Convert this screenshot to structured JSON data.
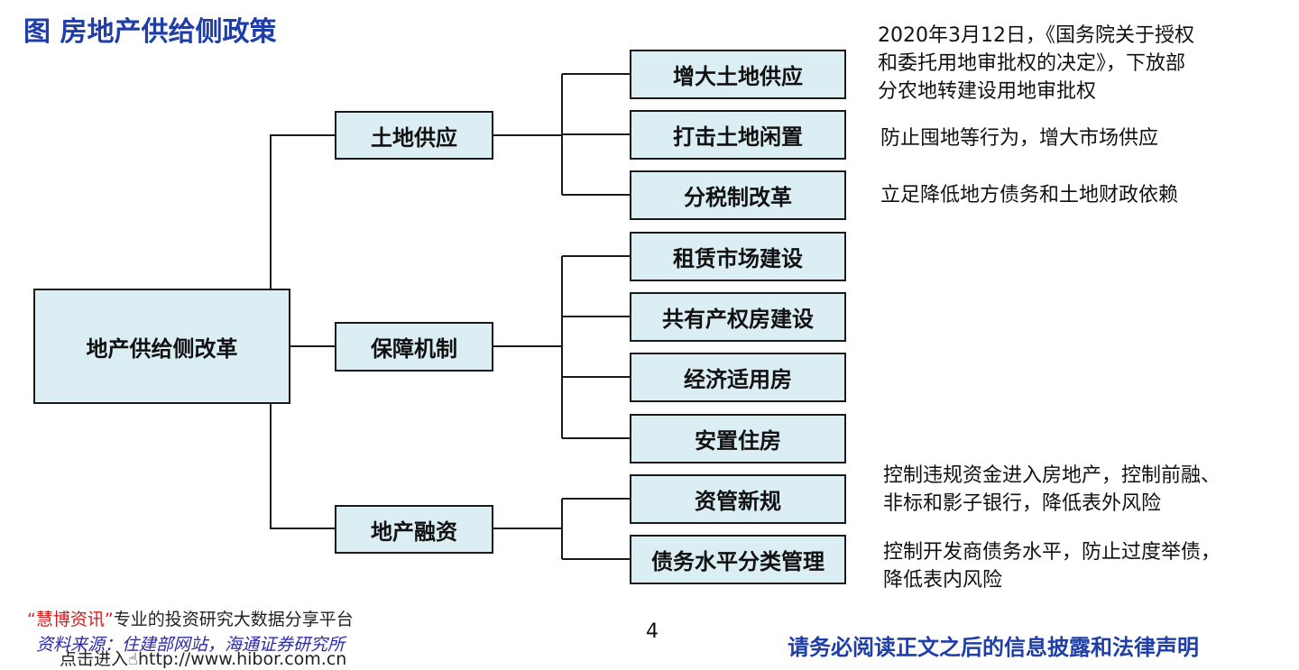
{
  "title": "图 房地产供给侧政策",
  "root": {
    "label": "地产供给侧改革"
  },
  "branches": [
    {
      "label": "土地供应",
      "items": [
        {
          "label": "增大土地供应"
        },
        {
          "label": "打击土地闲置"
        },
        {
          "label": "分税制改革"
        }
      ]
    },
    {
      "label": "保障机制",
      "items": [
        {
          "label": "租赁市场建设"
        },
        {
          "label": "共有产权房建设"
        },
        {
          "label": "经济适用房"
        },
        {
          "label": "安置住房"
        }
      ]
    },
    {
      "label": "地产融资",
      "items": [
        {
          "label": "资管新规"
        },
        {
          "label": "债务水平分类管理"
        }
      ]
    }
  ],
  "notes": [
    {
      "lines": [
        "2020年3月12日，《国务院关于授权",
        "和委托用地审批权的决定》，下放部",
        "分农地转建设用地审批权"
      ]
    },
    {
      "lines": [
        "防止囤地等行为，增大市场供应"
      ]
    },
    {
      "lines": [
        "立足降低地方债务和土地财政依赖"
      ]
    },
    {
      "lines": [
        "控制违规资金进入房地产，控制前融、",
        "非标和影子银行，降低表外风险"
      ]
    },
    {
      "lines": [
        "控制开发商债务水平，防止过度举债，",
        "降低表内风险"
      ]
    }
  ],
  "footer": {
    "tag_brand": "“慧博资讯”",
    "tag_text": "专业的投资研究大数据分享平台",
    "source": "资料来源：住建部网站，海通证券研究所",
    "link_prefix": "点击进入",
    "link_url": "http://www.hibor.com.cn",
    "page_number": "4",
    "disclaimer": "请务必阅读正文之后的信息披露和法律声明"
  },
  "colors": {
    "box_fill": "#dbeef4",
    "title_blue": "#1f3ea8",
    "brand_red": "#d21d1d"
  }
}
